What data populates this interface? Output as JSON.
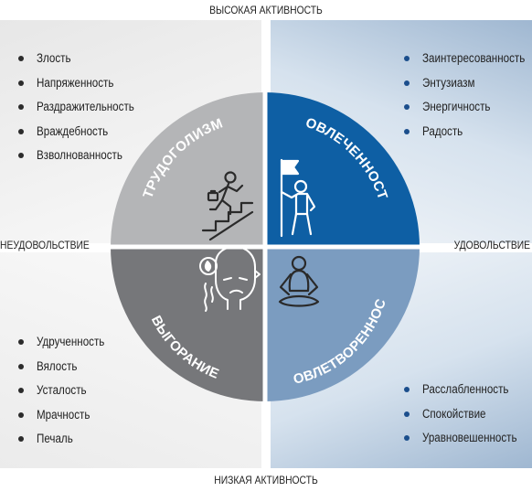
{
  "axes": {
    "top": "ВЫСОКАЯ АКТИВНОСТЬ",
    "bottom": "НИЗКАЯ АКТИВНОСТЬ",
    "left": "НЕУДОВОЛЬСТВИЕ",
    "right": "УДОВОЛЬСТВИЕ"
  },
  "quadrants": {
    "top_left": {
      "title": "ТРУДОГОЛИЗМ",
      "icon": "climbing-stairs-icon",
      "items": [
        "Злость",
        "Напряженность",
        "Раздражительность",
        "Враждебность",
        "Взволнованность"
      ]
    },
    "top_right": {
      "title": "ВОВЛЕЧЕННОСТЬ",
      "icon": "person-with-flag-icon",
      "items": [
        "Заинтересованность",
        "Энтузиазм",
        "Энергичность",
        "Радость"
      ]
    },
    "bottom_left": {
      "title": "ВЫГОРАНИЕ",
      "icon": "burning-head-icon",
      "items": [
        "Удрученность",
        "Вялость",
        "Усталость",
        "Мрачность",
        "Печаль"
      ]
    },
    "bottom_right": {
      "title": "УДОВЛЕТВОРЕННОСТЬ",
      "icon": "meditation-icon",
      "items": [
        "Расслабленность",
        "Спокойствие",
        "Уравновешенность"
      ]
    }
  },
  "colors": {
    "top_left": "#b4b5b7",
    "top_right": "#0e5fa4",
    "bottom_left": "#76777a",
    "bottom_right": "#7b9cc0",
    "bullet_dark": "#2b2b2b",
    "bullet_blue": "#1b4e8c"
  }
}
